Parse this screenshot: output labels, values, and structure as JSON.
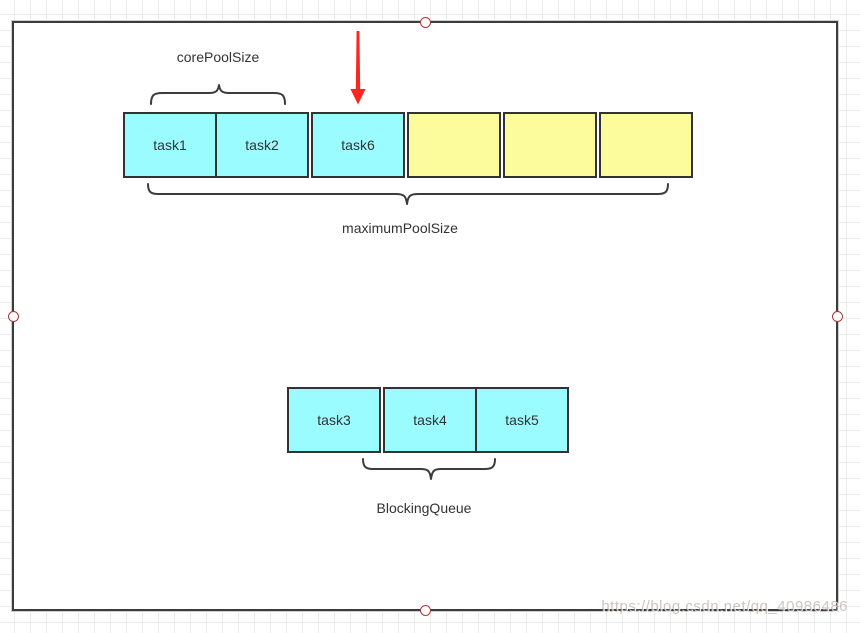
{
  "labels": {
    "core_pool_size": "corePoolSize",
    "maximum_pool_size": "maximumPoolSize",
    "blocking_queue": "BlockingQueue"
  },
  "pool_row": {
    "boxes": [
      {
        "label": "task1",
        "state": "occupied"
      },
      {
        "label": "task2",
        "state": "occupied"
      },
      {
        "label": "task6",
        "state": "occupied"
      },
      {
        "label": "",
        "state": "empty"
      },
      {
        "label": "",
        "state": "empty"
      },
      {
        "label": "",
        "state": "empty"
      }
    ]
  },
  "queue_row": {
    "boxes": [
      {
        "label": "task3"
      },
      {
        "label": "task4"
      },
      {
        "label": "task5"
      }
    ]
  },
  "page": {
    "watermark": "https://blog.csdn.net/qq_40986486"
  },
  "colors": {
    "task_fill": "#9AFCFF",
    "empty_fill": "#FCFC9D",
    "box_border": "#333333",
    "frame_border": "#3C3C3C",
    "arrow_red": "#F9281E",
    "handle_stroke": "#A33B3B",
    "grid_line": "#EBEBEB",
    "label_text": "#333333"
  }
}
